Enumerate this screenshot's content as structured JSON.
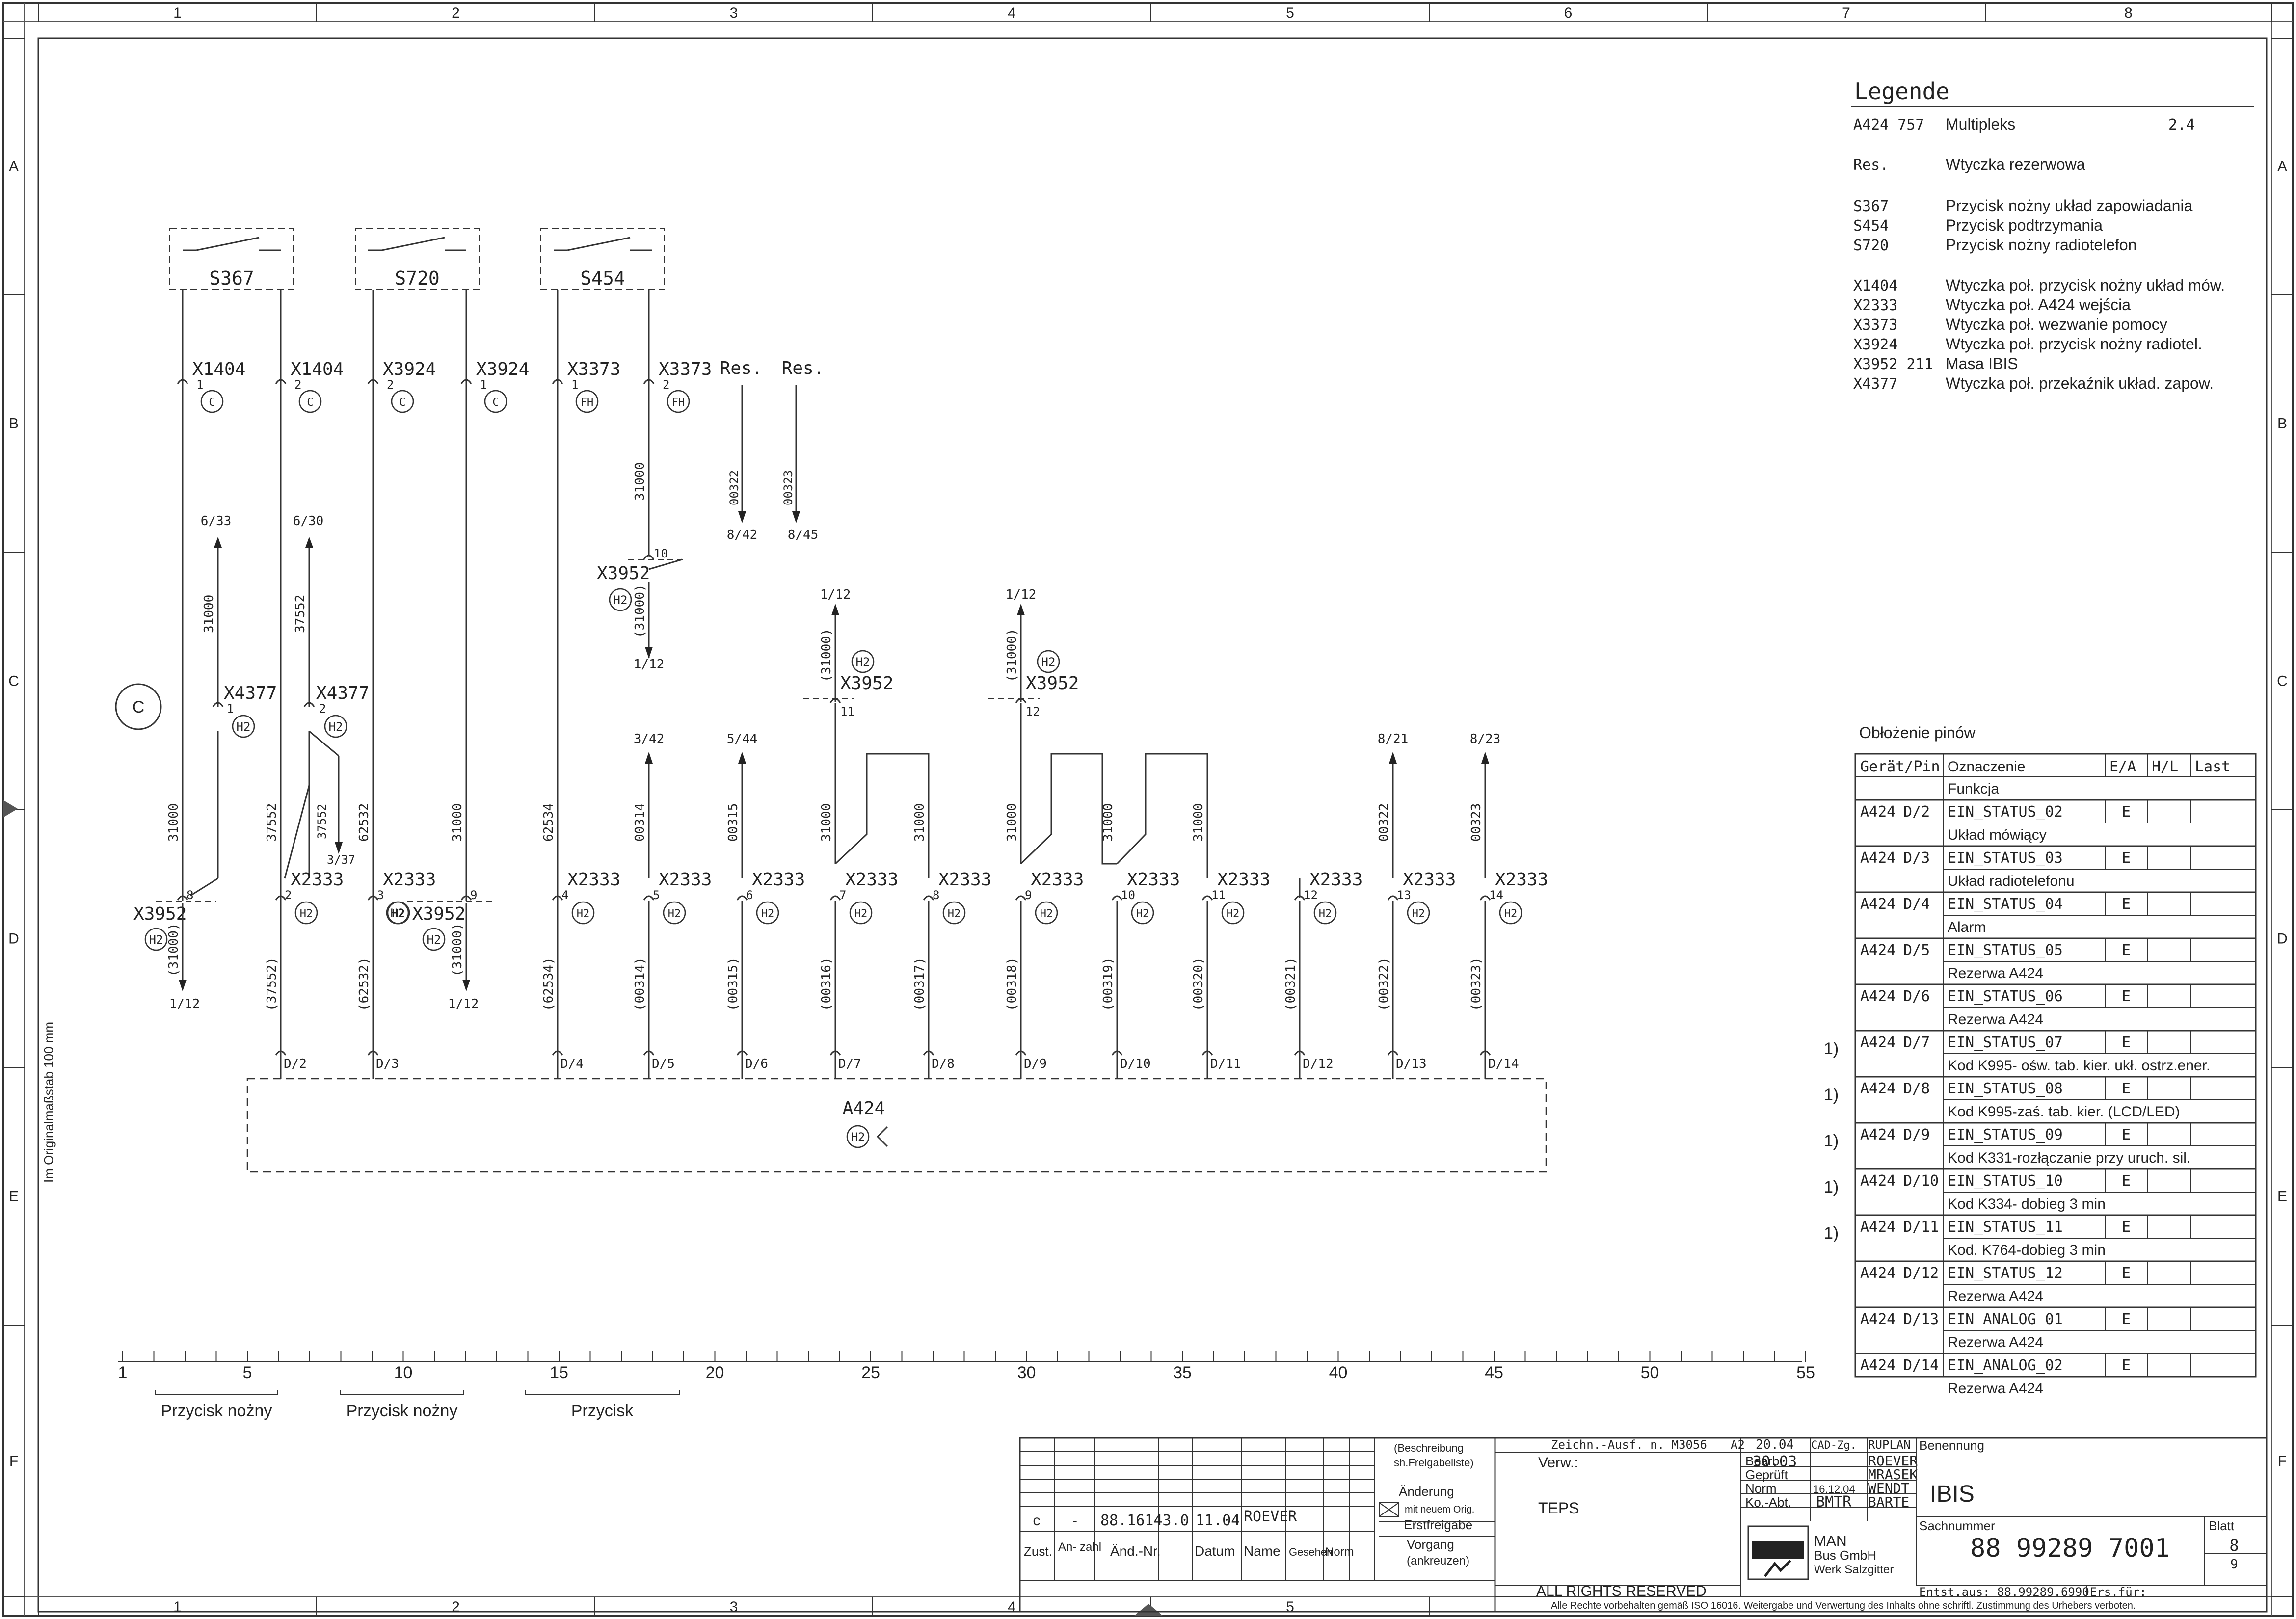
{
  "frame": {
    "col_labels": [
      "1",
      "2",
      "3",
      "4",
      "5",
      "6",
      "7",
      "8"
    ],
    "row_labels": [
      "A",
      "B",
      "C",
      "D",
      "E",
      "F"
    ],
    "bottom_col_labels": [
      "1",
      "2",
      "3",
      "4",
      "5"
    ],
    "side_note": "Im Originalmaßstab 100 mm"
  },
  "switches": [
    {
      "name": "S367"
    },
    {
      "name": "S720"
    },
    {
      "name": "S454"
    }
  ],
  "connectors_top": [
    {
      "label": "X1404",
      "pin": "1",
      "tag": "C"
    },
    {
      "label": "X1404",
      "pin": "2",
      "tag": "C"
    },
    {
      "label": "X3924",
      "pin": "2",
      "tag": "C"
    },
    {
      "label": "X3924",
      "pin": "1",
      "tag": "C"
    },
    {
      "label": "X3373",
      "pin": "1",
      "tag": "FH"
    },
    {
      "label": "X3373",
      "pin": "2",
      "tag": "FH"
    }
  ],
  "res_labels": [
    "Res.",
    "Res."
  ],
  "ref_arrows": [
    {
      "wire": "00322",
      "ref": "8/42"
    },
    {
      "wire": "00323",
      "ref": "8/45"
    }
  ],
  "upper_refs": {
    "r1": "6/33",
    "r2": "6/30",
    "w1": "31000",
    "w2": "37552",
    "x4377a": "X4377",
    "x4377b": "X4377",
    "p1": "1",
    "p2": "2",
    "h2": "H2",
    "c_marker": "C",
    "r337": "3/37",
    "w3": "37552"
  },
  "x3952_mid": {
    "label": "X3952",
    "pin": "10",
    "tag": "H2",
    "wire": "31000",
    "wire2": "(31000)",
    "ref": "1/12"
  },
  "x3952_c1": {
    "label": "X3952",
    "pin": "11",
    "tag": "H2",
    "wire": "(31000)",
    "ref": "1/12"
  },
  "x3952_c2": {
    "label": "X3952",
    "pin": "12",
    "tag": "H2",
    "wire": "(31000)",
    "ref": "1/12"
  },
  "mid_refs": [
    {
      "wire": "00314",
      "ref": "3/42"
    },
    {
      "wire": "00315",
      "ref": "5/44"
    },
    {
      "wire": "00322",
      "ref": "8/21"
    },
    {
      "wire": "00323",
      "ref": "8/23"
    }
  ],
  "x2333": [
    {
      "pin": "8",
      "wire_up": "31000",
      "wire_dn": "",
      "dest": ""
    },
    {
      "pin": "2",
      "wire_up": "37552",
      "wire_dn": "(37552)",
      "dest": "D/2"
    },
    {
      "pin": "3",
      "wire_up": "62532",
      "wire_dn": "(62532)",
      "dest": "D/3"
    },
    {
      "pin": "9",
      "wire_up": "31000",
      "wire_dn": "",
      "dest": ""
    },
    {
      "pin": "4",
      "wire_up": "62534",
      "wire_dn": "(62534)",
      "dest": "D/4"
    },
    {
      "pin": "5",
      "wire_up": "00314",
      "wire_dn": "(00314)",
      "dest": "D/5"
    },
    {
      "pin": "6",
      "wire_up": "00315",
      "wire_dn": "(00315)",
      "dest": "D/6"
    },
    {
      "pin": "7",
      "wire_up": "31000",
      "wire_dn": "(00316)",
      "dest": "D/7"
    },
    {
      "pin": "8",
      "wire_up": "31000",
      "wire_dn": "(00317)",
      "dest": "D/8"
    },
    {
      "pin": "9",
      "wire_up": "31000",
      "wire_dn": "(00318)",
      "dest": "D/9"
    },
    {
      "pin": "10",
      "wire_up": "31000",
      "wire_dn": "(00319)",
      "dest": "D/10"
    },
    {
      "pin": "11",
      "wire_up": "31000",
      "wire_dn": "(00320)",
      "dest": "D/11"
    },
    {
      "pin": "12",
      "wire_up": "",
      "wire_dn": "(00321)",
      "dest": "D/12"
    },
    {
      "pin": "13",
      "wire_up": "00322",
      "wire_dn": "(00322)",
      "dest": "D/13"
    },
    {
      "pin": "14",
      "wire_up": "00323",
      "wire_dn": "(00323)",
      "dest": "D/14"
    }
  ],
  "x2333_label": "X2333",
  "x3952_left": {
    "label": "X3952",
    "tag": "H2",
    "wire": "(31000)",
    "ref": "1/12"
  },
  "x3952_right": {
    "label": "X3952",
    "tag": "H2",
    "wire": "(31000)",
    "ref": "1/12"
  },
  "w3100a": "31000",
  "w3100b": "31000",
  "left_w2": "37552",
  "module": {
    "name": "A424",
    "tag": "H2"
  },
  "ruler": {
    "numbers": [
      "1",
      "5",
      "10",
      "15",
      "20",
      "25",
      "30",
      "35",
      "40",
      "45",
      "50",
      "55"
    ],
    "groups": [
      "Przycisk nożny",
      "Przycisk nożny",
      "Przycisk"
    ]
  },
  "legend": {
    "title": "Legende",
    "rows": [
      {
        "code": "A424  757",
        "desc": "Multipleks",
        "extra": "2.4"
      },
      {
        "code": "Res.",
        "desc": "Wtyczka rezerwowa",
        "extra": ""
      },
      {
        "code": "S367",
        "desc": "Przycisk nożny układ zapowiadania",
        "extra": ""
      },
      {
        "code": "S454",
        "desc": "Przycisk podtrzymania",
        "extra": ""
      },
      {
        "code": "S720",
        "desc": "Przycisk nożny radiotelefon",
        "extra": ""
      },
      {
        "code": "X1404",
        "desc": "Wtyczka poł. przycisk nożny układ mów.",
        "extra": ""
      },
      {
        "code": "X2333",
        "desc": "Wtyczka poł. A424 wejścia",
        "extra": ""
      },
      {
        "code": "X3373",
        "desc": "Wtyczka poł. wezwanie pomocy",
        "extra": ""
      },
      {
        "code": "X3924",
        "desc": "Wtyczka poł. przycisk nożny radiotel.",
        "extra": ""
      },
      {
        "code": "X3952  211",
        "desc": "Masa IBIS",
        "extra": ""
      },
      {
        "code": "X4377",
        "desc": "Wtyczka poł. przekaźnik układ. zapow.",
        "extra": ""
      }
    ]
  },
  "pin_table": {
    "title": "Obłożenie pinów",
    "headers": [
      "Gerät/Pin",
      "Oznaczenie",
      "E/A",
      "H/L",
      "Last"
    ],
    "func_header": "Funkcja",
    "rows": [
      {
        "dev": "A424",
        "pin": "D/2",
        "sig": "EIN_STATUS_02",
        "ea": "E",
        "func": "Układ mówiący",
        "note": ""
      },
      {
        "dev": "A424",
        "pin": "D/3",
        "sig": "EIN_STATUS_03",
        "ea": "E",
        "func": "Układ radiotelefonu",
        "note": ""
      },
      {
        "dev": "A424",
        "pin": "D/4",
        "sig": "EIN_STATUS_04",
        "ea": "E",
        "func": "Alarm",
        "note": ""
      },
      {
        "dev": "A424",
        "pin": "D/5",
        "sig": "EIN_STATUS_05",
        "ea": "E",
        "func": "Rezerwa A424",
        "note": ""
      },
      {
        "dev": "A424",
        "pin": "D/6",
        "sig": "EIN_STATUS_06",
        "ea": "E",
        "func": "Rezerwa A424",
        "note": ""
      },
      {
        "dev": "A424",
        "pin": "D/7",
        "sig": "EIN_STATUS_07",
        "ea": "E",
        "func": "Kod K995- ośw. tab. kier. ukł. ostrz.ener.",
        "note": "1)"
      },
      {
        "dev": "A424",
        "pin": "D/8",
        "sig": "EIN_STATUS_08",
        "ea": "E",
        "func": "Kod K995-zaś. tab. kier. (LCD/LED)",
        "note": "1)"
      },
      {
        "dev": "A424",
        "pin": "D/9",
        "sig": "EIN_STATUS_09",
        "ea": "E",
        "func": "Kod K331-rozłączanie przy uruch. sil.",
        "note": "1)"
      },
      {
        "dev": "A424",
        "pin": "D/10",
        "sig": "EIN_STATUS_10",
        "ea": "E",
        "func": "Kod K334- dobieg 3 min",
        "note": "1)"
      },
      {
        "dev": "A424",
        "pin": "D/11",
        "sig": "EIN_STATUS_11",
        "ea": "E",
        "func": "Kod. K764-dobieg 3 min",
        "note": "1)"
      },
      {
        "dev": "A424",
        "pin": "D/12",
        "sig": "EIN_STATUS_12",
        "ea": "E",
        "func": "Rezerwa A424",
        "note": ""
      },
      {
        "dev": "A424",
        "pin": "D/13",
        "sig": "EIN_ANALOG_01",
        "ea": "E",
        "func": "Rezerwa A424",
        "note": ""
      },
      {
        "dev": "A424",
        "pin": "D/14",
        "sig": "EIN_ANALOG_02",
        "ea": "E",
        "func": "Rezerwa A424",
        "note": ""
      }
    ]
  },
  "title_block": {
    "rev": "c",
    "rev_dash": "-",
    "change_no": "88.16143.0",
    "date": "11.04",
    "name": "ROEVER",
    "col_zust": "Zust.",
    "col_anzahl": "An-\nzahl",
    "col_aend": "Änd.-Nr.",
    "col_datum": "Datum",
    "col_name": "Name",
    "col_gesehen": "Gesehen",
    "col_norm": "Norm",
    "beschreibung": "(Beschreibung",
    "freigabe": "sh.Freigabeliste)",
    "aenderung": "Änderung",
    "mit_neuem": "mit neuem Orig.",
    "erstfreigabe": "Erstfreigabe",
    "vorgang": "Vorgang",
    "ankreuzen": "(ankreuzen)",
    "zeichn": "Zeichn.-Ausf. n. M3056",
    "format": "A2",
    "verw": "Verw.:",
    "teps": "TEPS",
    "date_top": "20.04",
    "cad": "CAD-Zg.",
    "ruplan": "RUPLAN",
    "bearb": "Bearb.",
    "bearb_date": "30.03",
    "bearb_name": "ROEVER",
    "gepr": "Geprüft",
    "gepr_name": "MRASEK",
    "norm": "Norm",
    "norm_date": "16.12.04",
    "norm_name": "WENDT",
    "koabt": "Ko.-Abt.",
    "koabt_val": "BMTR",
    "koabt_name": "BARTE",
    "benennung": "Benennung",
    "ibis": "IBIS",
    "sachnummer": "Sachnummer",
    "number": "88 99289 7001",
    "blatt": "Blatt",
    "blatt_no": "8",
    "blatt_total": "9",
    "man": "MAN",
    "company1": "MAN",
    "company2": "Bus GmbH",
    "company3": "Werk Salzgitter",
    "entst": "Entst.aus: 88.99289.6990",
    "ers": "Ers.für:",
    "rights": "ALL RIGHTS RESERVED",
    "footer": "Alle Rechte vorbehalten gemäß ISO 16016. Weitergabe und Verwertung des Inhalts ohne schriftl. Zustimmung des Urhebers verboten."
  }
}
